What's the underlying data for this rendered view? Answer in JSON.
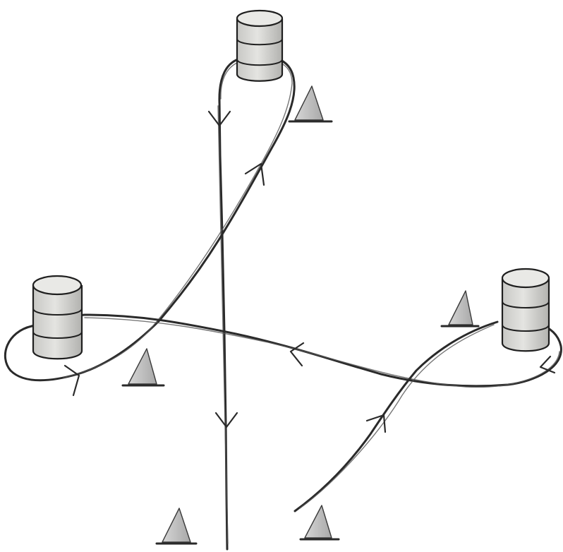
{
  "diagram": {
    "kind": "cloverleaf-pattern-sketch",
    "background": "#ffffff",
    "colors": {
      "line": "#2a2a2a",
      "barrel_fill": "#d9d9d6",
      "barrel_shadow": "#b5b5b2",
      "cone_fill": "#c4c4c4"
    },
    "barrels": [
      {
        "id": "barrel-top"
      },
      {
        "id": "barrel-left"
      },
      {
        "id": "barrel-right"
      }
    ],
    "cones": [
      {
        "id": "cone-top-right"
      },
      {
        "id": "cone-left-center"
      },
      {
        "id": "cone-right-upper"
      },
      {
        "id": "cone-bottom-left"
      },
      {
        "id": "cone-bottom-center"
      }
    ],
    "direction_arrows": 7
  }
}
